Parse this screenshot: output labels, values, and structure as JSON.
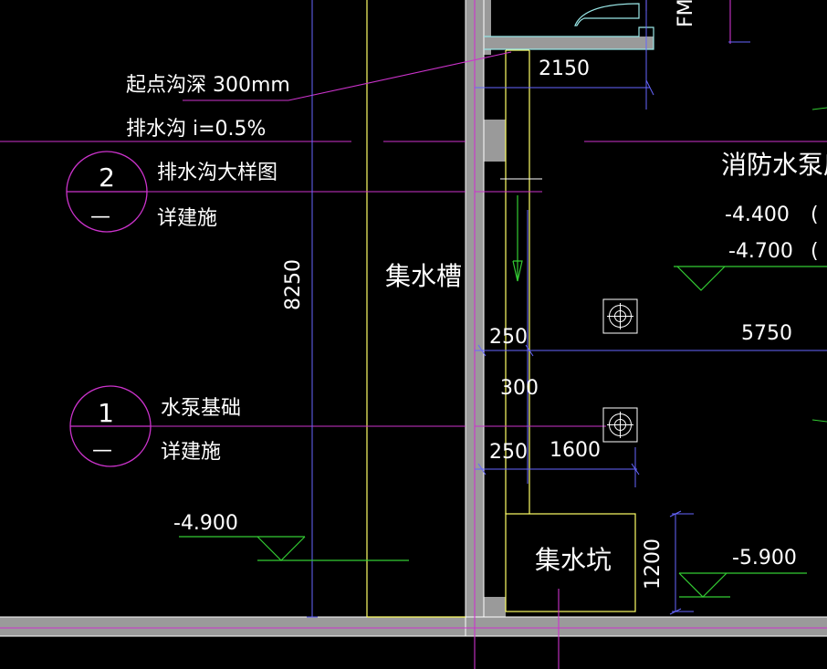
{
  "annotations": {
    "trench_start_depth": "起点沟深  300mm",
    "trench_slope": "排水沟  i=0.5%",
    "detail2_number": "2",
    "detail2_sub": "—",
    "detail2_title": "排水沟大样图",
    "detail2_ref": "详建施",
    "detail1_number": "1",
    "detail1_sub": "—",
    "detail1_title": "水泵基础",
    "detail1_ref": "详建施",
    "fire_pump_room": "消防水泵房",
    "sump_channel": "集水槽",
    "sump_pit": "集水坑",
    "fm_label": "FM"
  },
  "dimensions": {
    "d8250": "8250",
    "d2150": "2150",
    "d250a": "250",
    "d300": "300",
    "d250b": "250",
    "d1600": "1600",
    "d5750": "5750",
    "d1200": "1200"
  },
  "levels": {
    "lv_4400": "-4.400",
    "lv_4400_suffix": "(",
    "lv_4700": "-4.700",
    "lv_4700_suffix": "(",
    "lv_4900": "-4.900",
    "lv_5900": "-5.900"
  },
  "colors": {
    "background": "#000000",
    "wall_gray": "#9a9a9a",
    "magenta": "#cc33cc",
    "yellow": "#ffff66",
    "green": "#33cc33",
    "blue": "#6666ff",
    "white": "#ffffff",
    "cyan": "#99e6e6"
  }
}
